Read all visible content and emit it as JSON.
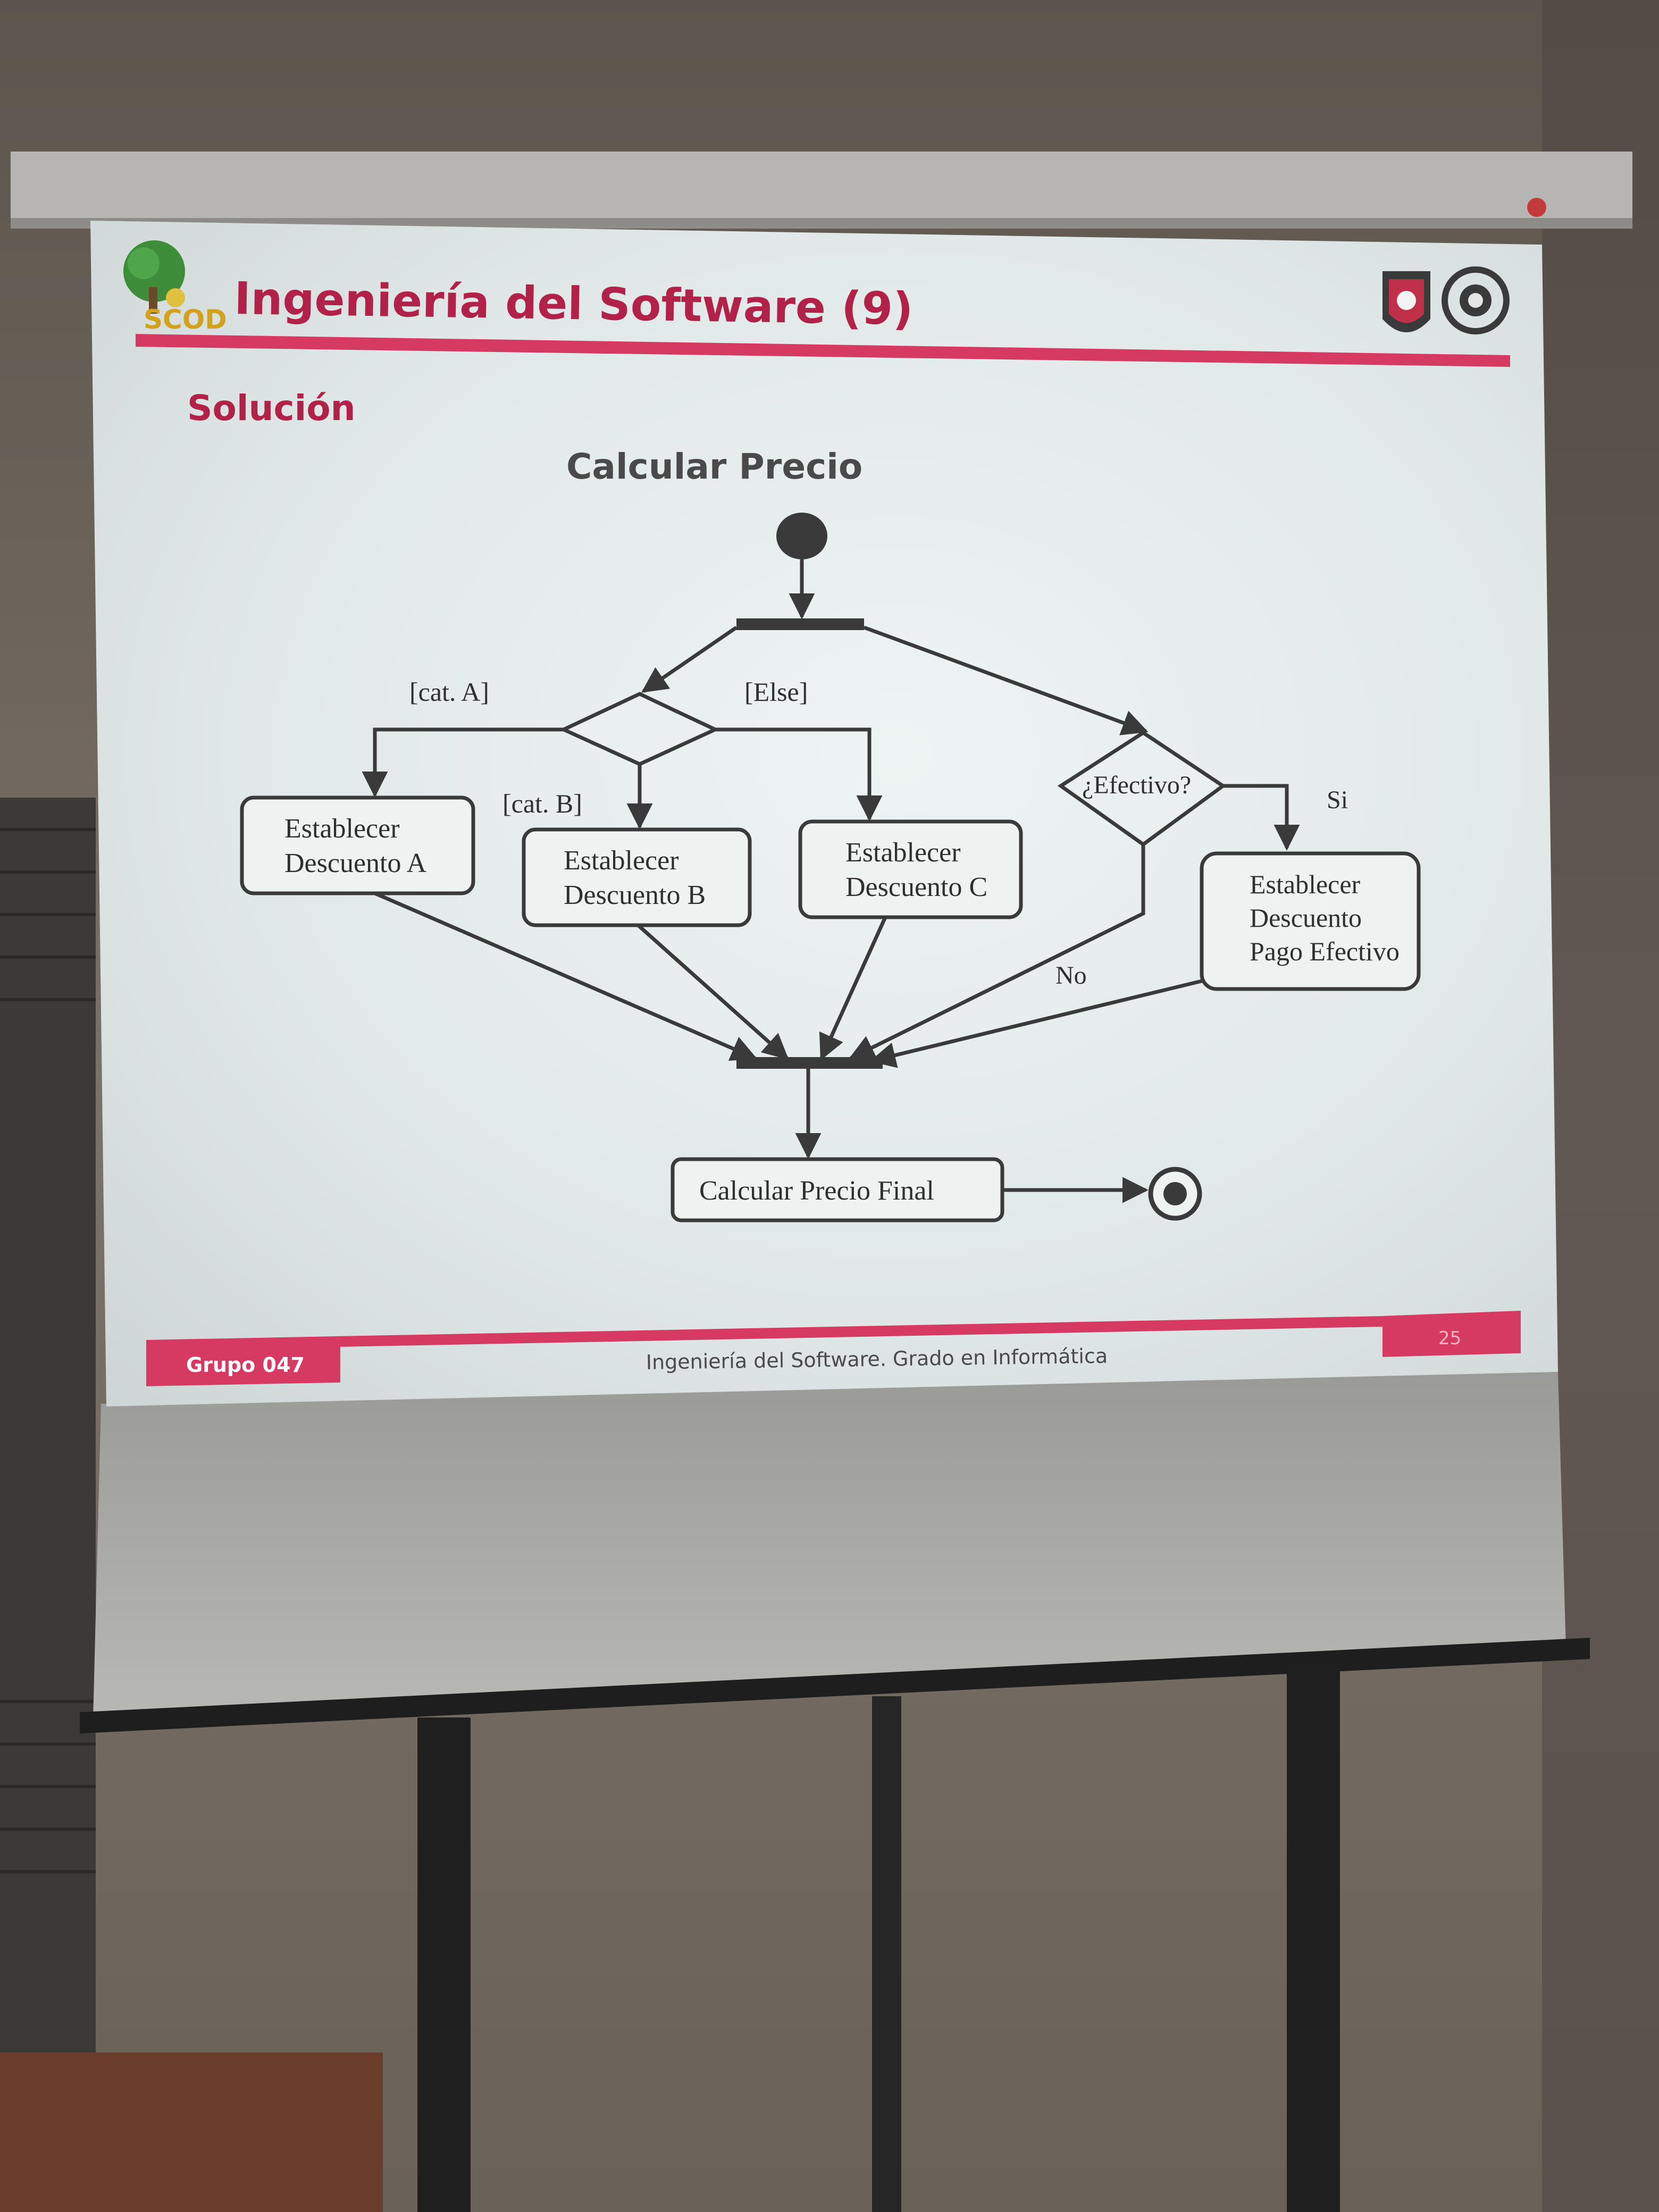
{
  "slide": {
    "logo_text": "SCOD",
    "title": "Ingeniería del Software (9)",
    "subtitle": "Solución",
    "diagram_title": "Calcular Precio",
    "footer": {
      "group": "Grupo 047",
      "center": "Ingeniería del Software. Grado en Informática",
      "page": "25"
    }
  },
  "diagram": {
    "guard_cat_a": "[cat. A]",
    "guard_else": "[Else]",
    "guard_cat_b": "[cat. B]",
    "decision_efectivo": "¿Efectivo?",
    "label_si": "Si",
    "label_no": "No",
    "action_a": [
      "Establecer",
      "Descuento A"
    ],
    "action_b": [
      "Establecer",
      "Descuento B"
    ],
    "action_c": [
      "Establecer",
      "Descuento C"
    ],
    "action_efectivo": [
      "Establecer",
      "Descuento",
      "Pago Efectivo"
    ],
    "action_final": "Calcular Precio Final"
  },
  "colors": {
    "accent": "#d63a63",
    "title": "#b22248",
    "screen": "#e4eceb",
    "diagram_stroke": "#3a3a3a"
  }
}
